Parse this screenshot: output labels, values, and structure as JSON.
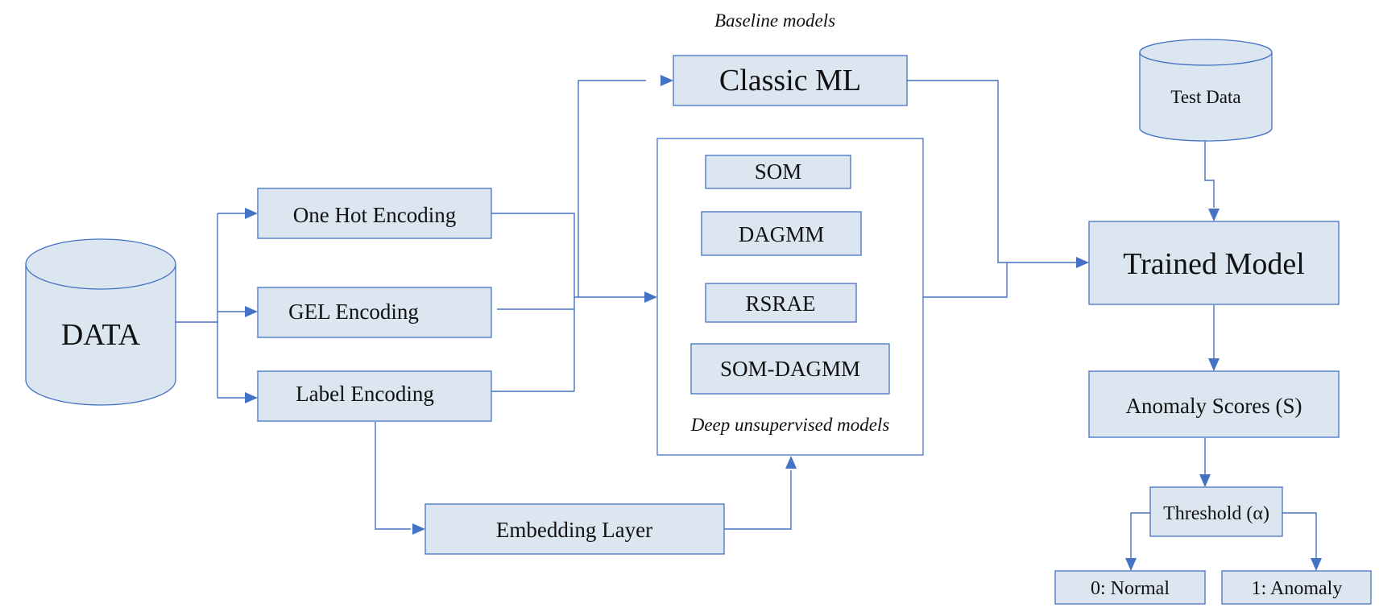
{
  "labels": {
    "baseline_title": "Baseline models",
    "deep_title": "Deep unsupervised models"
  },
  "nodes": {
    "data": "DATA",
    "onehot": "One Hot Encoding",
    "gel": "GEL Encoding",
    "label_enc": "Label Encoding",
    "embedding": "Embedding Layer",
    "classic_ml": "Classic ML",
    "som": "SOM",
    "dagmm": "DAGMM",
    "rsrae": "RSRAE",
    "som_dagmm": "SOM-DAGMM",
    "test_data": "Test Data",
    "trained_model": "Trained Model",
    "anomaly_scores": "Anomaly Scores (S)",
    "threshold": "Threshold (α)",
    "normal": "0: Normal",
    "anomaly": "1: Anomaly"
  },
  "colors": {
    "box_fill": "#dce6f0",
    "stroke": "#4472c4"
  }
}
